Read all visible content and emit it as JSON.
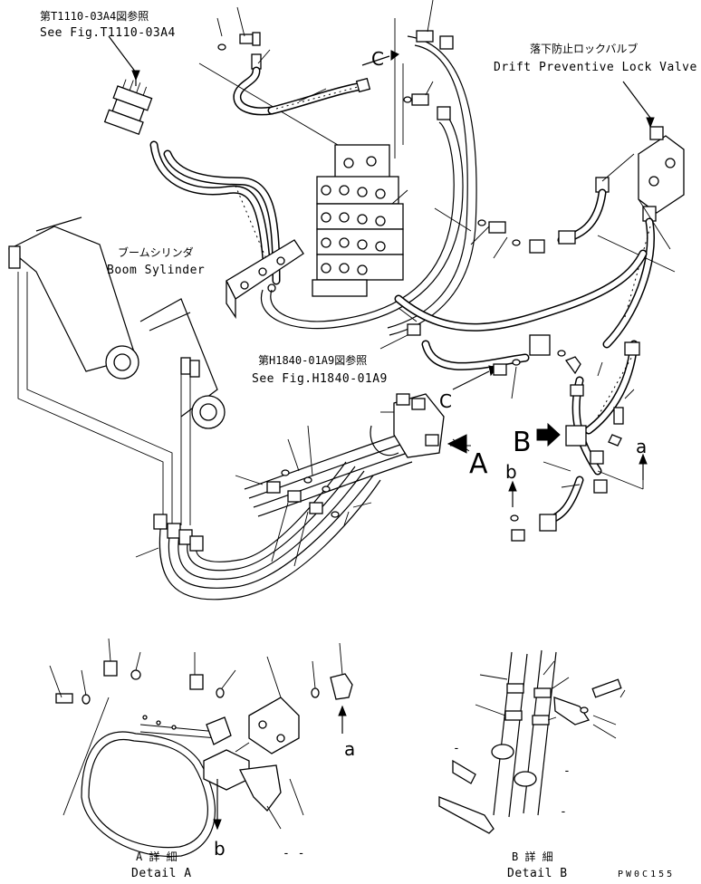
{
  "references": {
    "fig_t1110": {
      "jp": "第T1110-03A4図参照",
      "en": "See Fig.T1110-03A4"
    },
    "fig_h1840": {
      "jp": "第H1840-01A9図参照",
      "en": "See Fig.H1840-01A9"
    }
  },
  "components": {
    "drift_valve": {
      "jp": "落下防止ロックバルブ",
      "en": "Drift Preventive Lock Valve"
    },
    "boom_cylinder": {
      "jp": "ブームシリンダ",
      "en": "Boom Sylinder"
    }
  },
  "view_markers": {
    "c_top": "C",
    "c_mid": "C",
    "A": "A",
    "B": "B",
    "a_right": "a",
    "b_right": "b",
    "a_detail": "a",
    "b_detail": "b",
    "dash_a": "- -",
    "dash_b1": "-",
    "dash_b2": "-",
    "dash_b3": "-"
  },
  "details": {
    "A": {
      "jp": "A 詳 細",
      "en": "Detail A"
    },
    "B": {
      "jp": "B 詳 細",
      "en": "Detail B"
    }
  },
  "drawing_code": "PW0C155"
}
